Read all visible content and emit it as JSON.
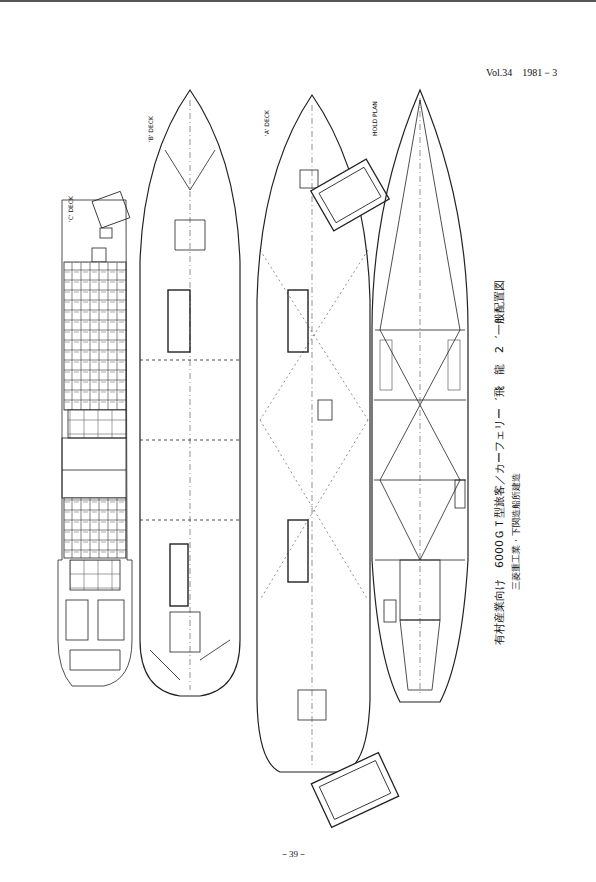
{
  "diagram": {
    "caption": "有村産業向け　6000ＧＴ型旅客／カーフェリー゛飛　龍　2゛一般配置図",
    "labels": [
      "Vol.34　1981－3",
      "'C' DECK",
      "'B' DECK",
      "'A' DECK",
      "HOLD PLAN",
      "三菱重工業・下関造船所建造",
      "－39－"
    ]
  }
}
